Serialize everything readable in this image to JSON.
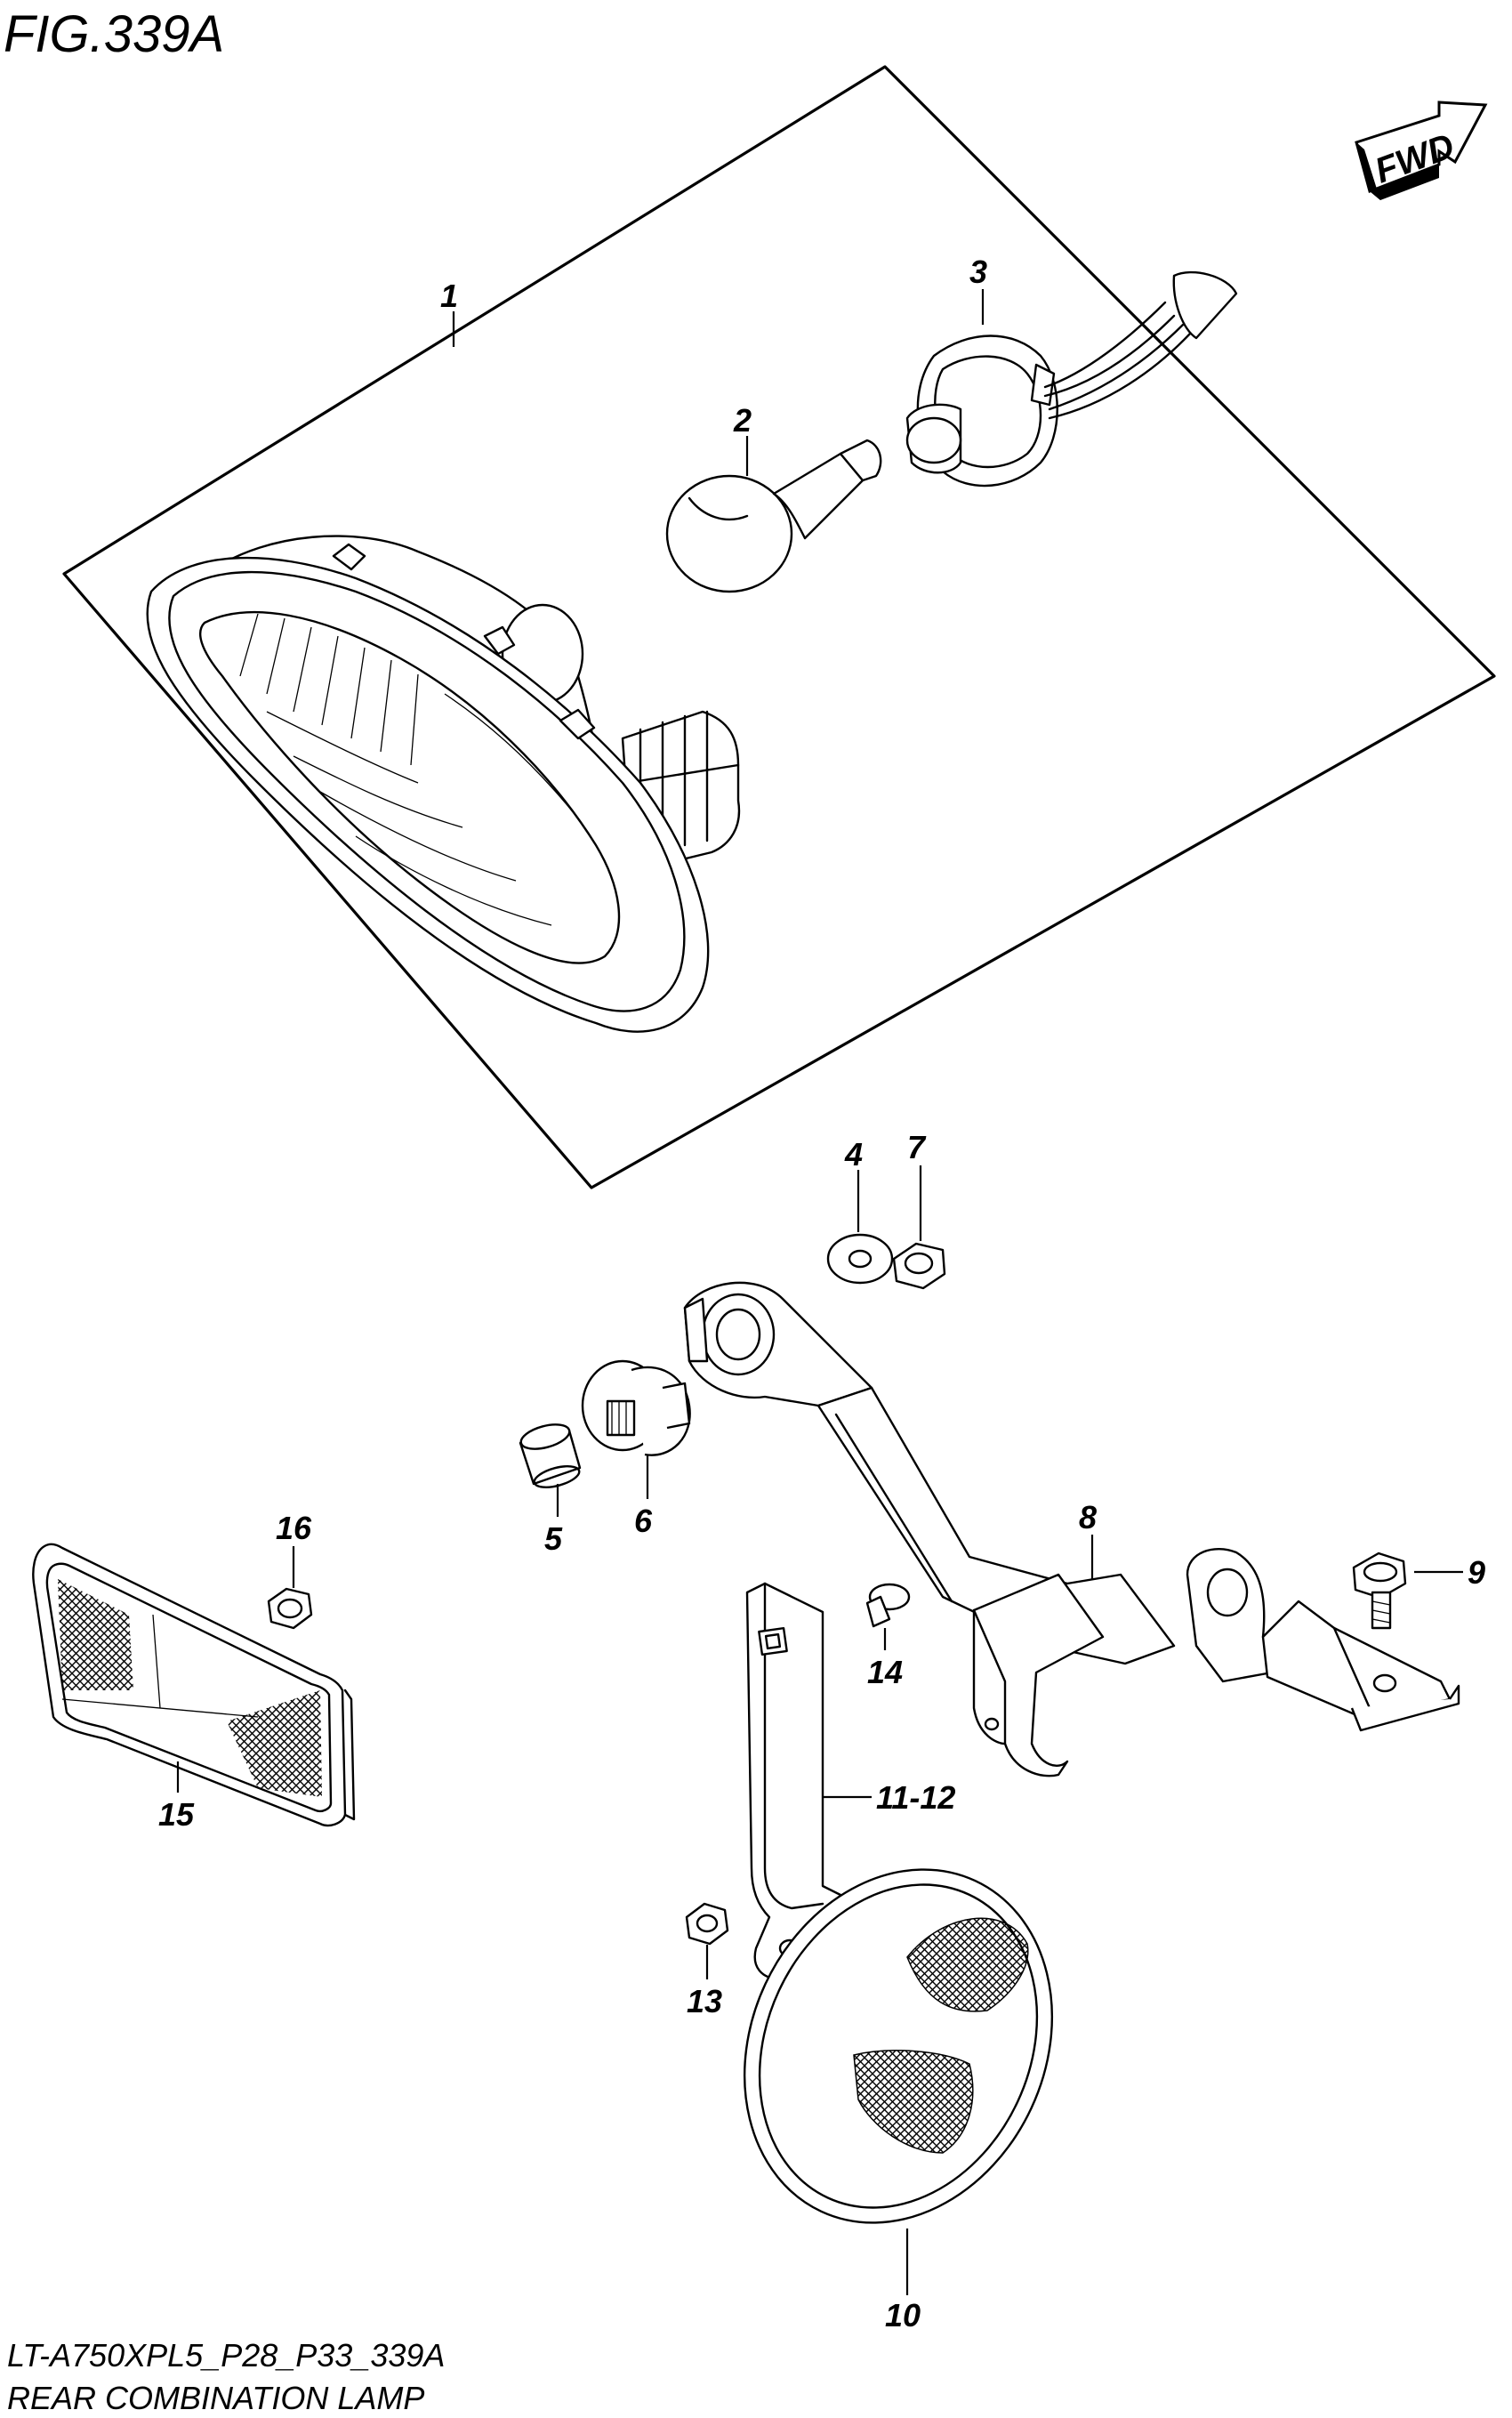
{
  "figure": {
    "title": "FIG.339A",
    "fwd_label": "FWD",
    "model_code": "LT-A750XPL5_P28_P33_339A",
    "section_name": "REAR COMBINATION LAMP"
  },
  "callouts": [
    {
      "id": "c1",
      "label": "1"
    },
    {
      "id": "c2",
      "label": "2"
    },
    {
      "id": "c3",
      "label": "3"
    },
    {
      "id": "c4",
      "label": "4"
    },
    {
      "id": "c5",
      "label": "5"
    },
    {
      "id": "c6",
      "label": "6"
    },
    {
      "id": "c7",
      "label": "7"
    },
    {
      "id": "c8",
      "label": "8"
    },
    {
      "id": "c9",
      "label": "9"
    },
    {
      "id": "c10",
      "label": "10"
    },
    {
      "id": "c11",
      "label": "11-12"
    },
    {
      "id": "c13",
      "label": "13"
    },
    {
      "id": "c14",
      "label": "14"
    },
    {
      "id": "c15",
      "label": "15"
    },
    {
      "id": "c16",
      "label": "16"
    }
  ],
  "colors": {
    "ink": "#000000",
    "paper": "#ffffff"
  }
}
